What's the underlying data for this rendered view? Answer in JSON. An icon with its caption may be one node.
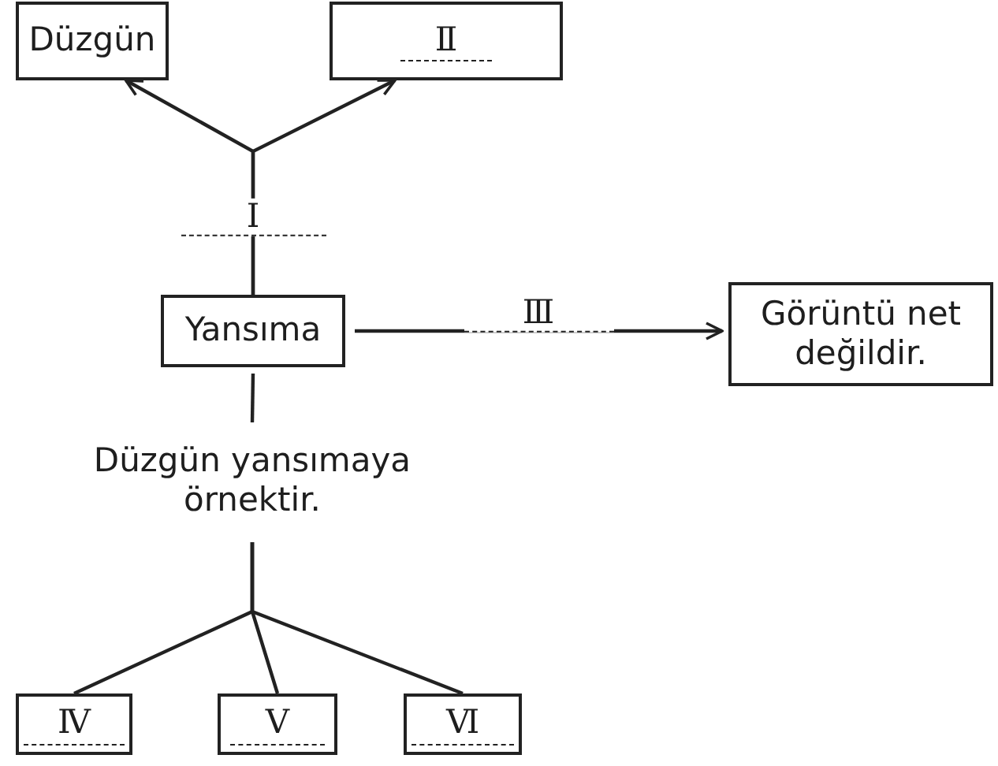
{
  "diagram": {
    "nodes": [
      {
        "text": [
          "Düzgün"
        ]
      },
      {
        "text": [
          "Ⅱ"
        ]
      },
      {
        "text": [
          "Yansıma"
        ]
      },
      {
        "text": [
          "Görüntü net değildir."
        ]
      },
      {
        "text": [
          "Düzgün yansımaya örnektir."
        ]
      },
      {
        "text": [
          "Ⅳ"
        ]
      },
      {
        "text": [
          "Ⅴ"
        ]
      },
      {
        "text": [
          "Ⅵ"
        ]
      }
    ],
    "edges": [
      {
        "from": 2,
        "to": 0,
        "arrow": "to",
        "label": "Ⅰ"
      },
      {
        "from": 2,
        "to": 1,
        "arrow": "to"
      },
      {
        "from": 2,
        "to": 3,
        "arrow": "to",
        "label": "Ⅲ"
      },
      {
        "from": 2,
        "to": 4,
        "arrow": "none"
      },
      {
        "from": 4,
        "to": 5,
        "arrow": "none"
      },
      {
        "from": 4,
        "to": 6,
        "arrow": "none"
      },
      {
        "from": 4,
        "to": 7,
        "arrow": "none"
      }
    ]
  }
}
